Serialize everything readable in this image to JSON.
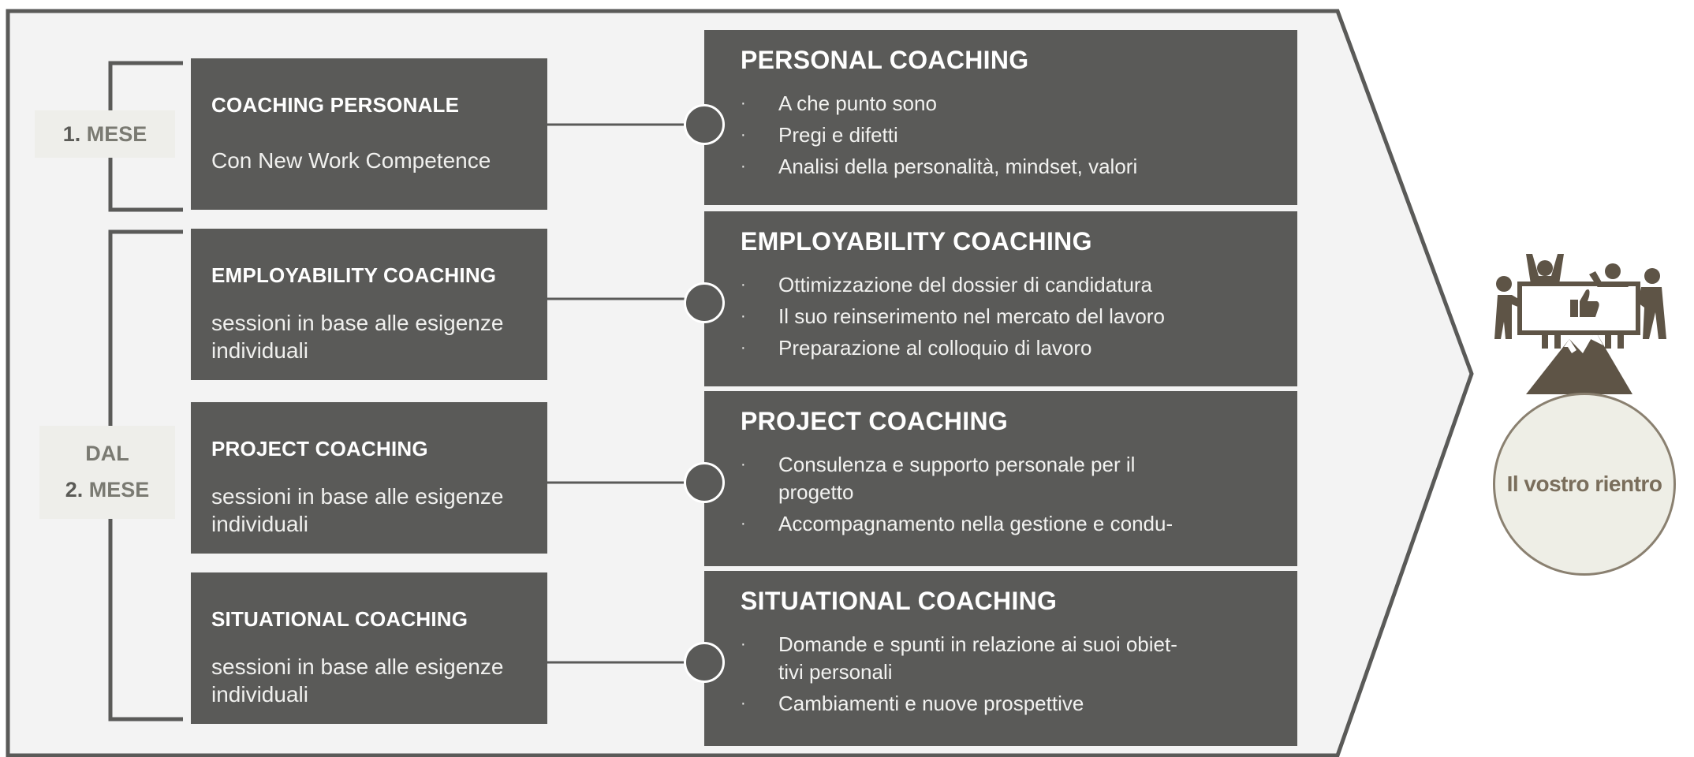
{
  "colors": {
    "panel_bg": "#f3f3f3",
    "box_bg": "#5a5a58",
    "bracket": "#5a5a58",
    "result_text": "#7a6e5c",
    "result_fill": "#eeeee6",
    "result_border": "#8a8070"
  },
  "phases": [
    {
      "number": "1.",
      "label": "MESE"
    },
    {
      "prefix": "DAL",
      "number": "2.",
      "label": "MESE"
    }
  ],
  "modules": [
    {
      "title": "COACHING PERSONALE",
      "subtitle": "Con New Work Competence",
      "detail_title": "PERSONAL COACHING",
      "bullets": [
        "A che punto sono",
        "Pregi e difetti",
        "Analisi della personalità, mindset, valori"
      ]
    },
    {
      "title": "EMPLOYABILITY COACHING",
      "subtitle": "sessioni in base alle esigenze individuali",
      "detail_title": "EMPLOYABILITY COACHING",
      "bullets": [
        "Ottimizzazione del dossier di candidatura",
        "Il suo reinserimento nel mercato del lavoro",
        "Preparazione al colloquio di lavoro"
      ]
    },
    {
      "title": "PROJECT COACHING",
      "subtitle": "sessioni in base alle esigenze individuali",
      "detail_title": "PROJECT COACHING",
      "bullets": [
        "Consulenza e supporto personale per il progetto",
        "Accompagnamento nella gestione e condu-"
      ]
    },
    {
      "title": "SITUATIONAL COACHING",
      "subtitle": "sessioni in base alle esigenze individuali",
      "detail_title": "SITUATIONAL COACHING",
      "bullets": [
        "Domande e spunti in relazione ai suoi obiet-tivi personali",
        "Cambiamenti e nuove prospettive"
      ]
    }
  ],
  "bullet_glyph": "·",
  "result": {
    "label": "Il vostro rientro",
    "icon": "team-mountain-summit-icon"
  }
}
